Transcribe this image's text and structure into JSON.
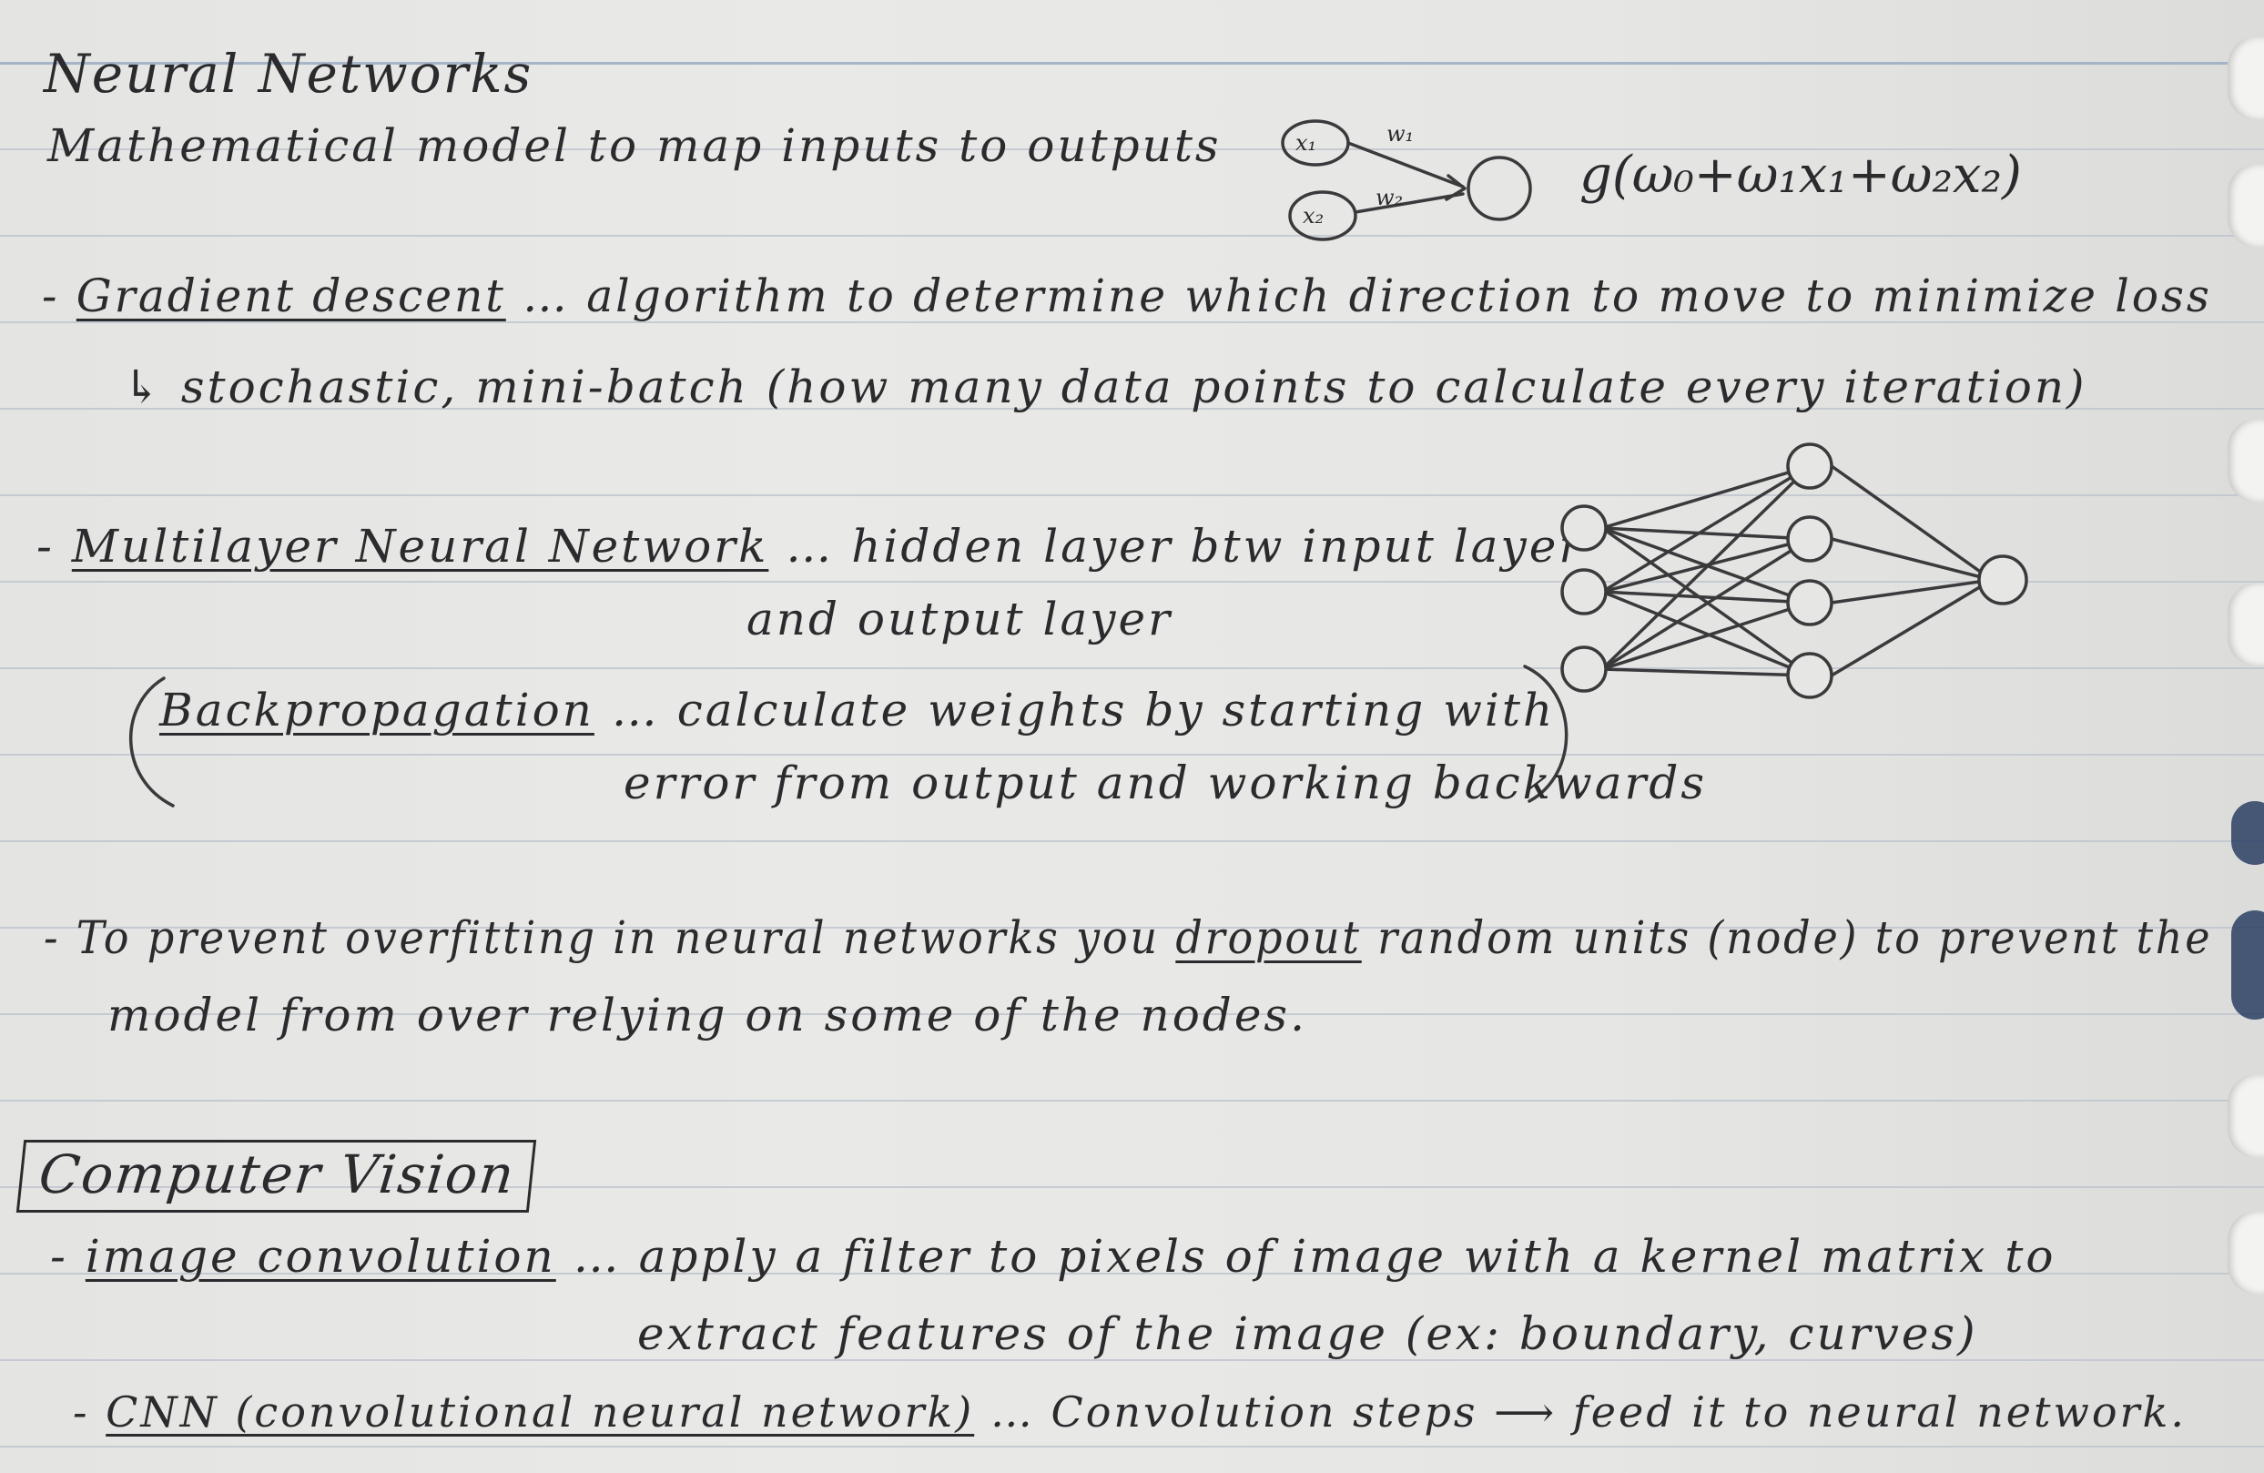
{
  "title": "Neural Networks",
  "definition": "Mathematical model to map inputs to outputs",
  "perceptron": {
    "inputs": [
      "x₁",
      "x₂"
    ],
    "weights": [
      "w₁",
      "w₂"
    ],
    "formula": "g(ω₀+ω₁x₁+ω₂x₂)"
  },
  "gradient_descent": {
    "term": "Gradient descent",
    "separator": "…",
    "definition": "algorithm to determine which direction to move to minimize loss",
    "arrow": "↳",
    "variants": "stochastic, mini-batch (how many data points to calculate every iteration)"
  },
  "multilayer": {
    "term": "Multilayer Neural Network",
    "separator": "…",
    "line1": "hidden layer btw input layer",
    "line2": "and output layer"
  },
  "backprop": {
    "term": "Backpropagation",
    "separator": "…",
    "line1": "calculate weights by starting with",
    "line2": "error from output and working backwards"
  },
  "dropout": {
    "prefix": "To prevent overfitting in neural networks you",
    "term": "dropout",
    "suffix": "random units (node) to prevent the",
    "line2": "model from over relying on some of the nodes."
  },
  "computer_vision": {
    "heading": "Computer Vision",
    "convolution": {
      "term": "image convolution",
      "separator": "…",
      "line1": "apply a filter to pixels of image with a kernel matrix to",
      "line2": "extract features of the image (ex: boundary, curves)"
    },
    "cnn": {
      "term": "CNN (convolutional neural network)",
      "separator": "…",
      "text": "Convolution steps",
      "arrow": "⟶",
      "text2": "feed it to neural network."
    }
  },
  "network_diagram": {
    "input_nodes": 3,
    "hidden_nodes": 4,
    "output_nodes": 1
  }
}
